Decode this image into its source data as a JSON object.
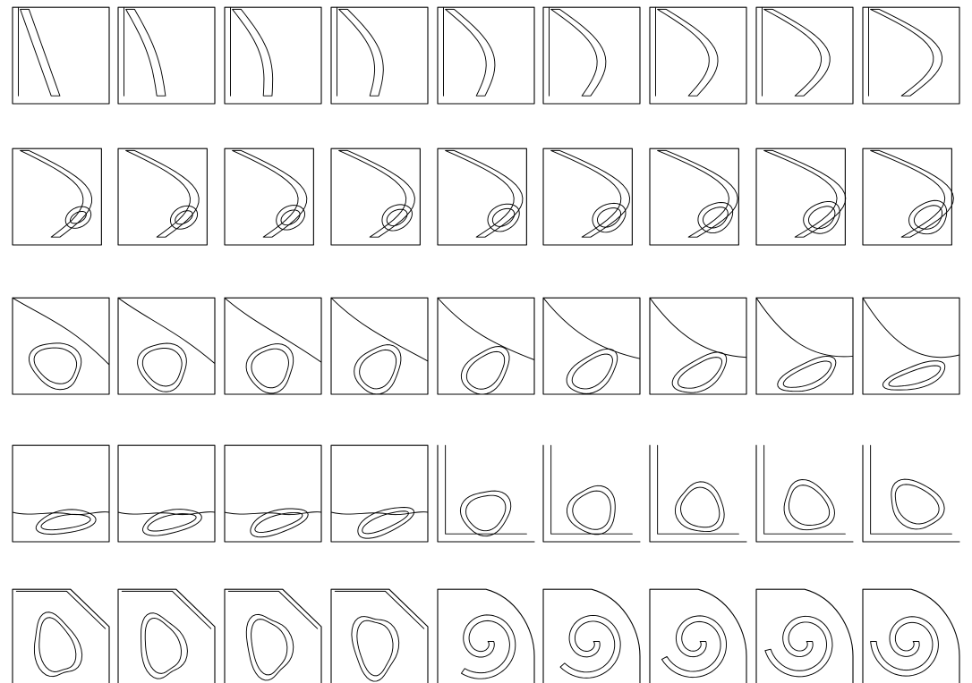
{
  "grid": {
    "rows": 5,
    "cols": 9,
    "frame_count": 45
  },
  "style": {
    "background": "#ffffff",
    "stroke": "#000000"
  },
  "frames": [
    {
      "row": 1,
      "col": 1
    },
    {
      "row": 1,
      "col": 2
    },
    {
      "row": 1,
      "col": 3
    },
    {
      "row": 1,
      "col": 4
    },
    {
      "row": 1,
      "col": 5
    },
    {
      "row": 1,
      "col": 6
    },
    {
      "row": 1,
      "col": 7
    },
    {
      "row": 1,
      "col": 8
    },
    {
      "row": 1,
      "col": 9
    },
    {
      "row": 2,
      "col": 1
    },
    {
      "row": 2,
      "col": 2
    },
    {
      "row": 2,
      "col": 3
    },
    {
      "row": 2,
      "col": 4
    },
    {
      "row": 2,
      "col": 5
    },
    {
      "row": 2,
      "col": 6
    },
    {
      "row": 2,
      "col": 7
    },
    {
      "row": 2,
      "col": 8
    },
    {
      "row": 2,
      "col": 9
    },
    {
      "row": 3,
      "col": 1
    },
    {
      "row": 3,
      "col": 2
    },
    {
      "row": 3,
      "col": 3
    },
    {
      "row": 3,
      "col": 4
    },
    {
      "row": 3,
      "col": 5
    },
    {
      "row": 3,
      "col": 6
    },
    {
      "row": 3,
      "col": 7
    },
    {
      "row": 3,
      "col": 8
    },
    {
      "row": 3,
      "col": 9
    },
    {
      "row": 4,
      "col": 1
    },
    {
      "row": 4,
      "col": 2
    },
    {
      "row": 4,
      "col": 3
    },
    {
      "row": 4,
      "col": 4
    },
    {
      "row": 4,
      "col": 5
    },
    {
      "row": 4,
      "col": 6
    },
    {
      "row": 4,
      "col": 7
    },
    {
      "row": 4,
      "col": 8
    },
    {
      "row": 4,
      "col": 9
    },
    {
      "row": 5,
      "col": 1
    },
    {
      "row": 5,
      "col": 2
    },
    {
      "row": 5,
      "col": 3
    },
    {
      "row": 5,
      "col": 4
    },
    {
      "row": 5,
      "col": 5
    },
    {
      "row": 5,
      "col": 6
    },
    {
      "row": 5,
      "col": 7
    },
    {
      "row": 5,
      "col": 8
    },
    {
      "row": 5,
      "col": 9
    }
  ]
}
